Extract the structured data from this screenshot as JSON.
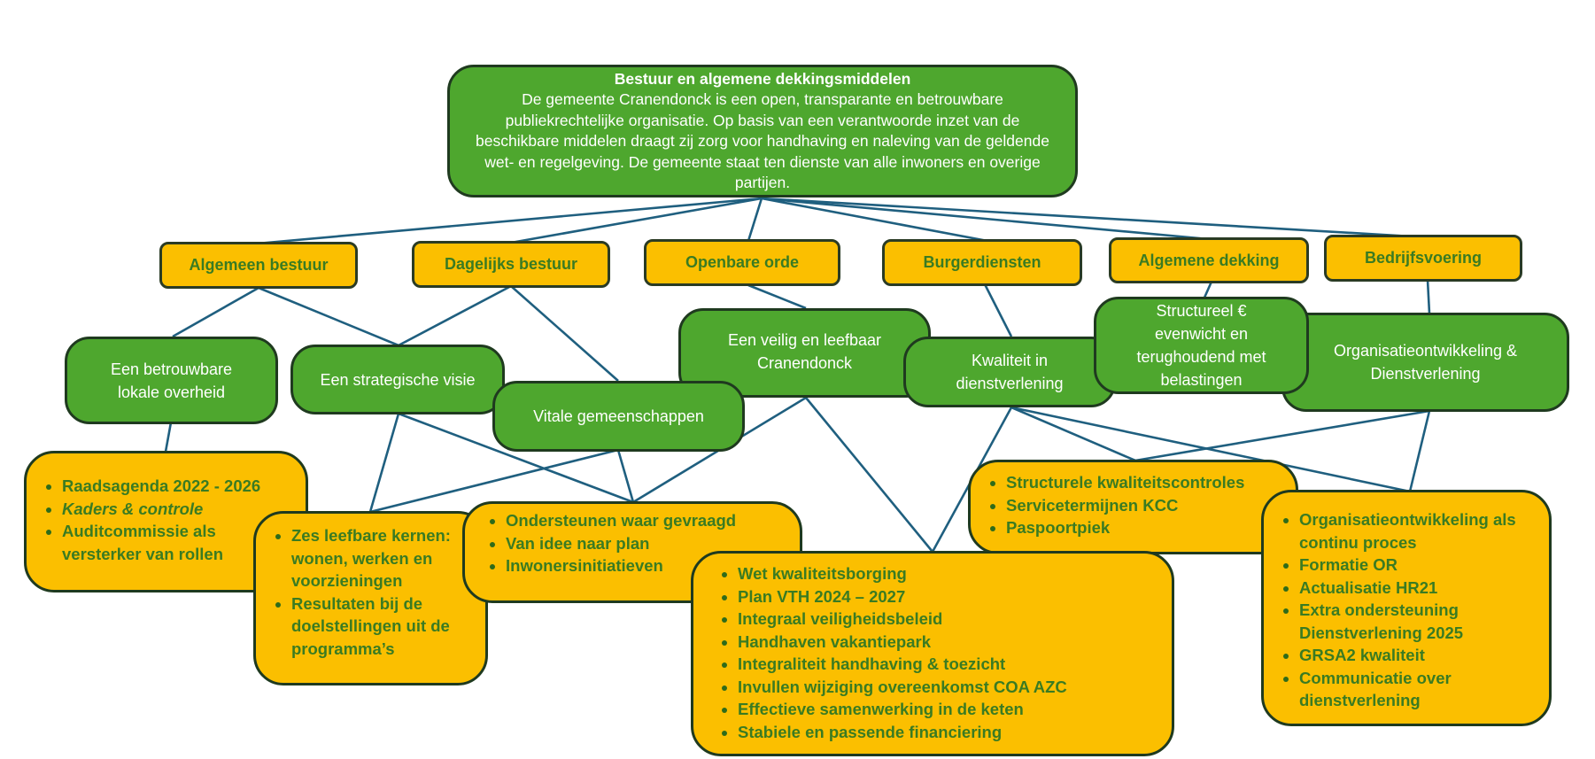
{
  "top": {
    "title": "Bestuur en algemene dekkingsmiddelen",
    "text": "De gemeente Cranendonck is een open, transparante en betrouwbare publiekrechtelijke organisatie. Op basis van een verantwoorde inzet van de beschikbare middelen draagt zij zorg voor handhaving en naleving van de geldende wet- en regelgeving. De gemeente staat ten dienste van alle inwoners en overige partijen."
  },
  "programs": [
    "Algemeen bestuur",
    "Dagelijks bestuur",
    "Openbare orde",
    "Burgerdiensten",
    "Algemene dekking",
    "Bedrijfsvoering"
  ],
  "goals": [
    "Een betrouwbare lokale overheid",
    "Een strategische visie",
    "Vitale gemeenschappen",
    "Een  veilig en leefbaar Cranendonck",
    "Kwaliteit in dienstverlening",
    "Structureel € evenwicht en terughoudend met belastingen",
    "Organisatieontwikkeling & Dienstverlening"
  ],
  "lists": {
    "raad": [
      "Raadsagenda  2022 - 2026",
      "Kaders & controle",
      "Auditcommissie als versterker van rollen"
    ],
    "kernen": [
      "Zes leefbare kernen: wonen, werken en voorzieningen",
      "Resultaten bij de doelstellingen uit de programma’s"
    ],
    "ondersteunen": [
      "Ondersteunen waar gevraagd",
      "Van idee naar plan",
      "Inwonersinitiatieven"
    ],
    "veiligheid": [
      "Wet kwaliteitsborging",
      "Plan VTH 2024 – 2027",
      "Integraal veiligheidsbeleid",
      "Handhaven vakantiepark",
      "Integraliteit handhaving & toezicht",
      "Invullen wijziging overeenkomst COA AZC",
      "Effectieve samenwerking in de keten",
      "Stabiele en passende financiering"
    ],
    "kwaliteit": [
      "Structurele kwaliteitscontroles",
      "Servicetermijnen KCC",
      "Paspoortpiek"
    ],
    "organisatie": [
      "Organisatieontwikkeling als continu proces",
      "Formatie OR",
      "Actualisatie HR21",
      "Extra ondersteuning Dienstverlening 2025",
      "GRSA2 kwaliteit",
      "Communicatie over dienstverlening"
    ]
  },
  "colors": {
    "green": "#4ea72e",
    "yellow": "#fbbf00",
    "text_green": "#3a7b22",
    "line": "#1f5f7f"
  }
}
